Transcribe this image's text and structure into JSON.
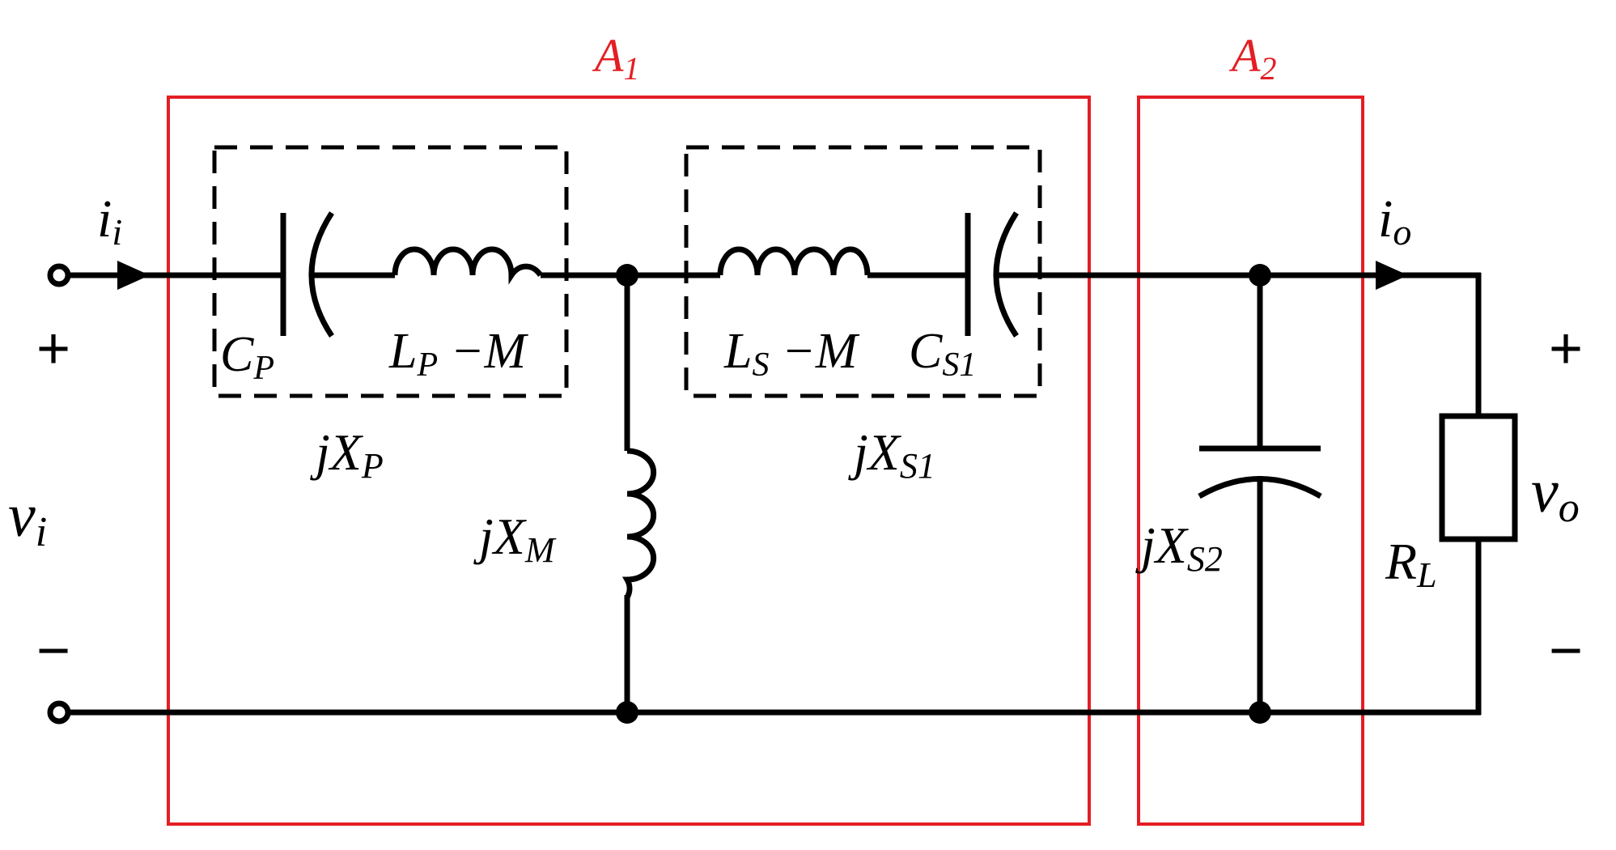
{
  "boxes": {
    "a1": {
      "main": "A",
      "sub": "1"
    },
    "a2": {
      "main": "A",
      "sub": "2"
    }
  },
  "labels": {
    "ii": {
      "main": "i",
      "sub": "i"
    },
    "io": {
      "main": "i",
      "sub": "o"
    },
    "vi": {
      "main": "v",
      "sub": "i"
    },
    "vo": {
      "main": "v",
      "sub": "o"
    },
    "cp": {
      "main": "C",
      "sub": "P"
    },
    "lpm": {
      "main": "L",
      "sub": "P",
      "suffix": " −M"
    },
    "lsm": {
      "main": "L",
      "sub": "S",
      "suffix": " −M"
    },
    "cs1": {
      "main": "C",
      "sub": "S1"
    },
    "jxp": {
      "main": "jX",
      "sub": "P"
    },
    "jxs1": {
      "main": "jX",
      "sub": "S1"
    },
    "jxm": {
      "main": "jX",
      "sub": "M"
    },
    "jxs2": {
      "main": "jX",
      "sub": "S2"
    },
    "rl": {
      "main": "R",
      "sub": "L"
    }
  },
  "signs": {
    "plus": "+",
    "minus": "−"
  }
}
